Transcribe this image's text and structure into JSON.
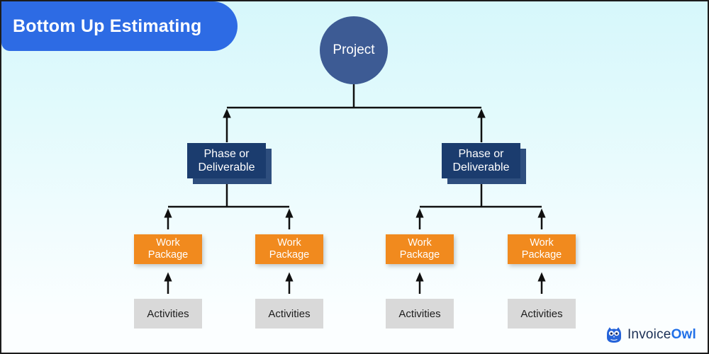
{
  "title": "Bottom Up Estimating",
  "diagram": {
    "root": "Project",
    "phases": [
      "Phase or Deliverable",
      "Phase or Deliverable"
    ],
    "work_packages": [
      "Work Package",
      "Work Package",
      "Work Package",
      "Work Package"
    ],
    "activities": [
      "Activities",
      "Activities",
      "Activities",
      "Activities"
    ]
  },
  "logo": {
    "icon": "owl-icon",
    "text_primary": "Invoice",
    "text_accent": "Owl"
  },
  "colors": {
    "banner": "#2D6BE4",
    "banner_text": "#FFFFFF",
    "project": "#3D5B94",
    "phase": "#1B3C6E",
    "phase_shadow": "#2E4E7E",
    "work": "#F18A1E",
    "activities": "#D9D9D9",
    "activities_text": "#1D1D1D",
    "connector": "#101010",
    "bg_top": "#D6F7FB",
    "bg_bottom": "#FBFEFF",
    "logo_primary": "#1B2F55",
    "logo_accent": "#2170E8"
  }
}
